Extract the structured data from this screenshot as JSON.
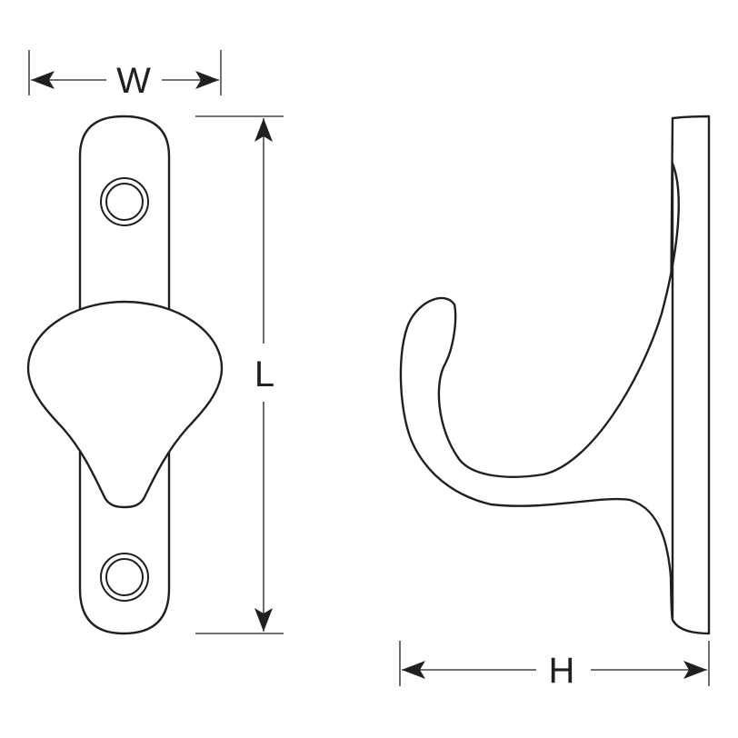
{
  "dimensions": {
    "width_label": "W",
    "length_label": "L",
    "height_label": "H"
  },
  "colors": {
    "line": "#231f20",
    "background": "#ffffff"
  }
}
